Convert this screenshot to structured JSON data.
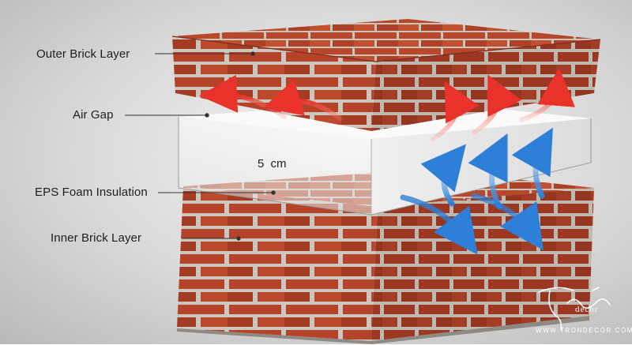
{
  "labels": {
    "outer_brick": "Outer Brick Layer",
    "air_gap": "Air Gap",
    "eps_foam": "EPS Foam Insulation",
    "inner_brick": "Inner Brick Layer"
  },
  "dimension": "5 cm",
  "logo": {
    "brand": "decor",
    "url": "WWW.TRONDECOR.COM"
  },
  "colors": {
    "brick": "#b5442a",
    "mortar": "#c9c5bd",
    "foam": "#f3f3f3",
    "warm_arrow": "#e8322a",
    "cool_arrow": "#2e7fd8",
    "background": "#dcdcdc"
  }
}
